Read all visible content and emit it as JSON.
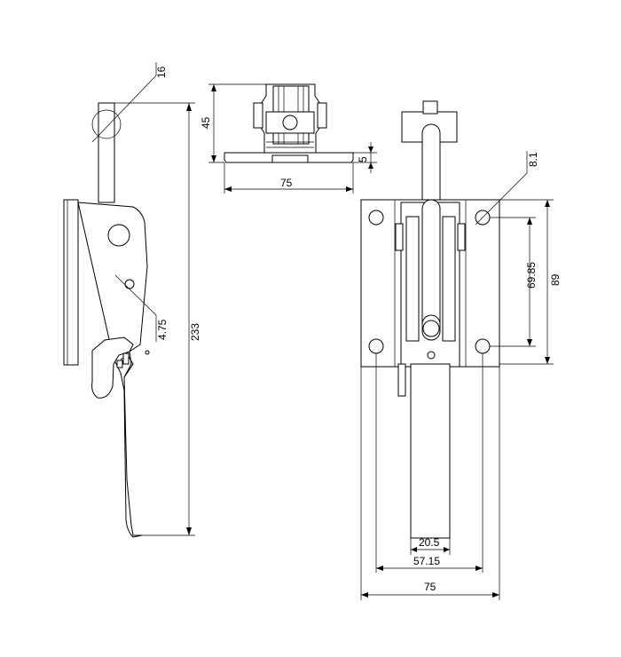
{
  "drawing": {
    "side_view": {
      "dim_16": "16",
      "dim_233": "233",
      "dim_4_75": "4.75"
    },
    "top_view": {
      "dim_45": "45",
      "dim_5": "5",
      "dim_75": "75"
    },
    "front_view": {
      "dim_8_1": "8.1",
      "dim_69_85": "69.85",
      "dim_89": "89",
      "dim_20_5": "20.5",
      "dim_57_15": "57.15",
      "dim_75": "75"
    }
  }
}
